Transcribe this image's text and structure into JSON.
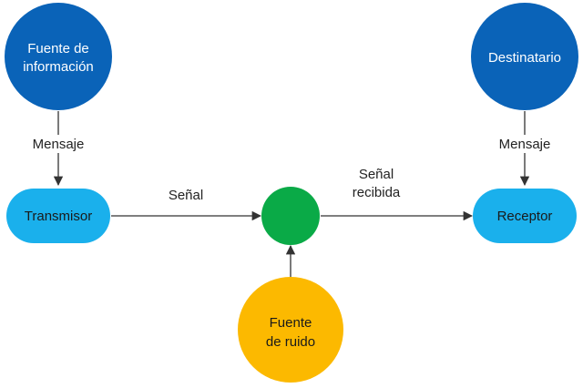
{
  "colors": {
    "dark_blue": "#0a63b8",
    "light_blue": "#1ab0ec",
    "green": "#0aaa47",
    "yellow": "#fcb900",
    "line": "#333333"
  },
  "nodes": {
    "fuente_informacion": {
      "line1": "Fuente de",
      "line2": "información"
    },
    "destinatario": {
      "label": "Destinatario"
    },
    "transmisor": {
      "label": "Transmisor"
    },
    "receptor": {
      "label": "Receptor"
    },
    "canal": {},
    "fuente_ruido": {
      "line1": "Fuente",
      "line2": "de ruido"
    }
  },
  "edges": {
    "mensaje_left": "Mensaje",
    "mensaje_right": "Mensaje",
    "senal": "Señal",
    "senal_recibida_line1": "Señal",
    "senal_recibida_line2": "recibida"
  }
}
